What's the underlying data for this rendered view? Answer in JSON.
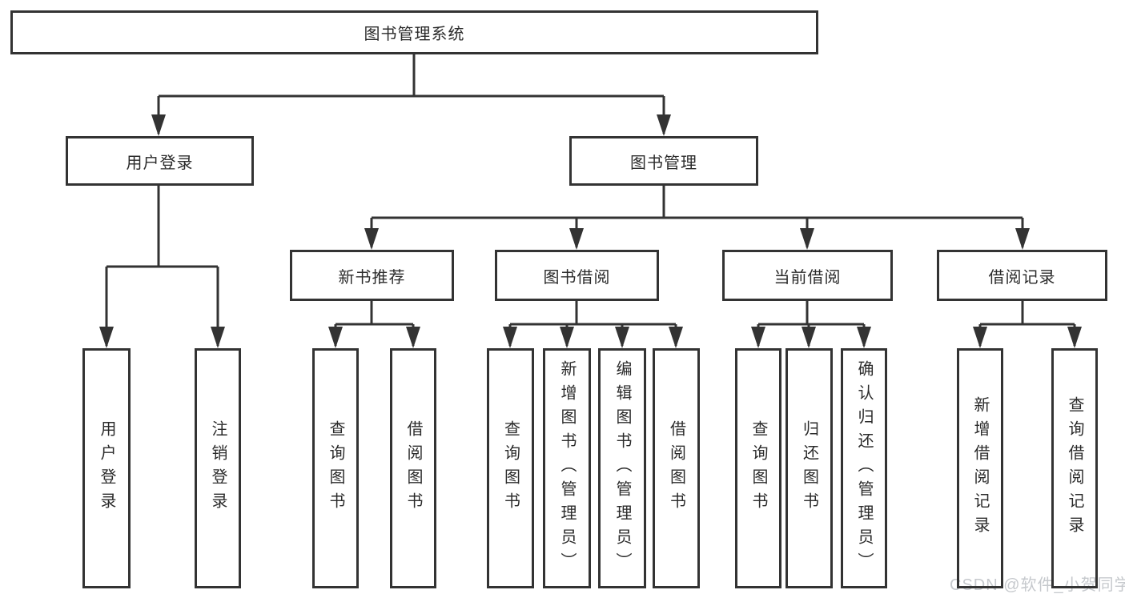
{
  "tree": {
    "root": {
      "label": "图书管理系统"
    },
    "branches": [
      {
        "label": "用户登录",
        "leaves": [
          {
            "label": "用户登录"
          },
          {
            "label": "注销登录"
          }
        ]
      },
      {
        "label": "图书管理",
        "groups": [
          {
            "label": "新书推荐",
            "leaves": [
              {
                "label": "查询图书"
              },
              {
                "label": "借阅图书"
              }
            ]
          },
          {
            "label": "图书借阅",
            "leaves": [
              {
                "label": "查询图书"
              },
              {
                "label": "新增图书（管理员）"
              },
              {
                "label": "编辑图书（管理员）"
              },
              {
                "label": "借阅图书"
              }
            ]
          },
          {
            "label": "当前借阅",
            "leaves": [
              {
                "label": "查询图书"
              },
              {
                "label": "归还图书"
              },
              {
                "label": "确认归还（管理员）"
              }
            ]
          },
          {
            "label": "借阅记录",
            "leaves": [
              {
                "label": "新增借阅记录"
              },
              {
                "label": "查询借阅记录"
              }
            ]
          }
        ]
      }
    ]
  },
  "watermark": {
    "text": "CSDN @软件_小贺同学",
    "color": "#c6c9cd"
  },
  "colors": {
    "line": "#333333",
    "box_border": "#333333",
    "text": "#2b2b2b",
    "background": "#ffffff"
  }
}
